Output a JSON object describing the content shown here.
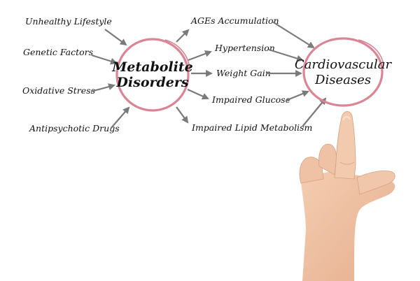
{
  "diagram": {
    "causes": [
      "Unhealthy Lifestyle",
      "Genetic Factors",
      "Oxidative Stress",
      "Antipsychotic Drugs"
    ],
    "center": {
      "line1": "Metabolite",
      "line2": "Disorders"
    },
    "effects": [
      "AGEs Accumulation",
      "Hypertension",
      "Weight Gain",
      "Impaired Glucose",
      "Impaired Lipid Metabolism"
    ],
    "outcome": {
      "line1": "Cardiovascular",
      "line2": "Diseases"
    },
    "colors": {
      "circle_outline": "#d98595",
      "arrow": "#7a7a7a",
      "text": "#111111"
    },
    "icons": {
      "hand": "pointing-hand-icon"
    }
  }
}
